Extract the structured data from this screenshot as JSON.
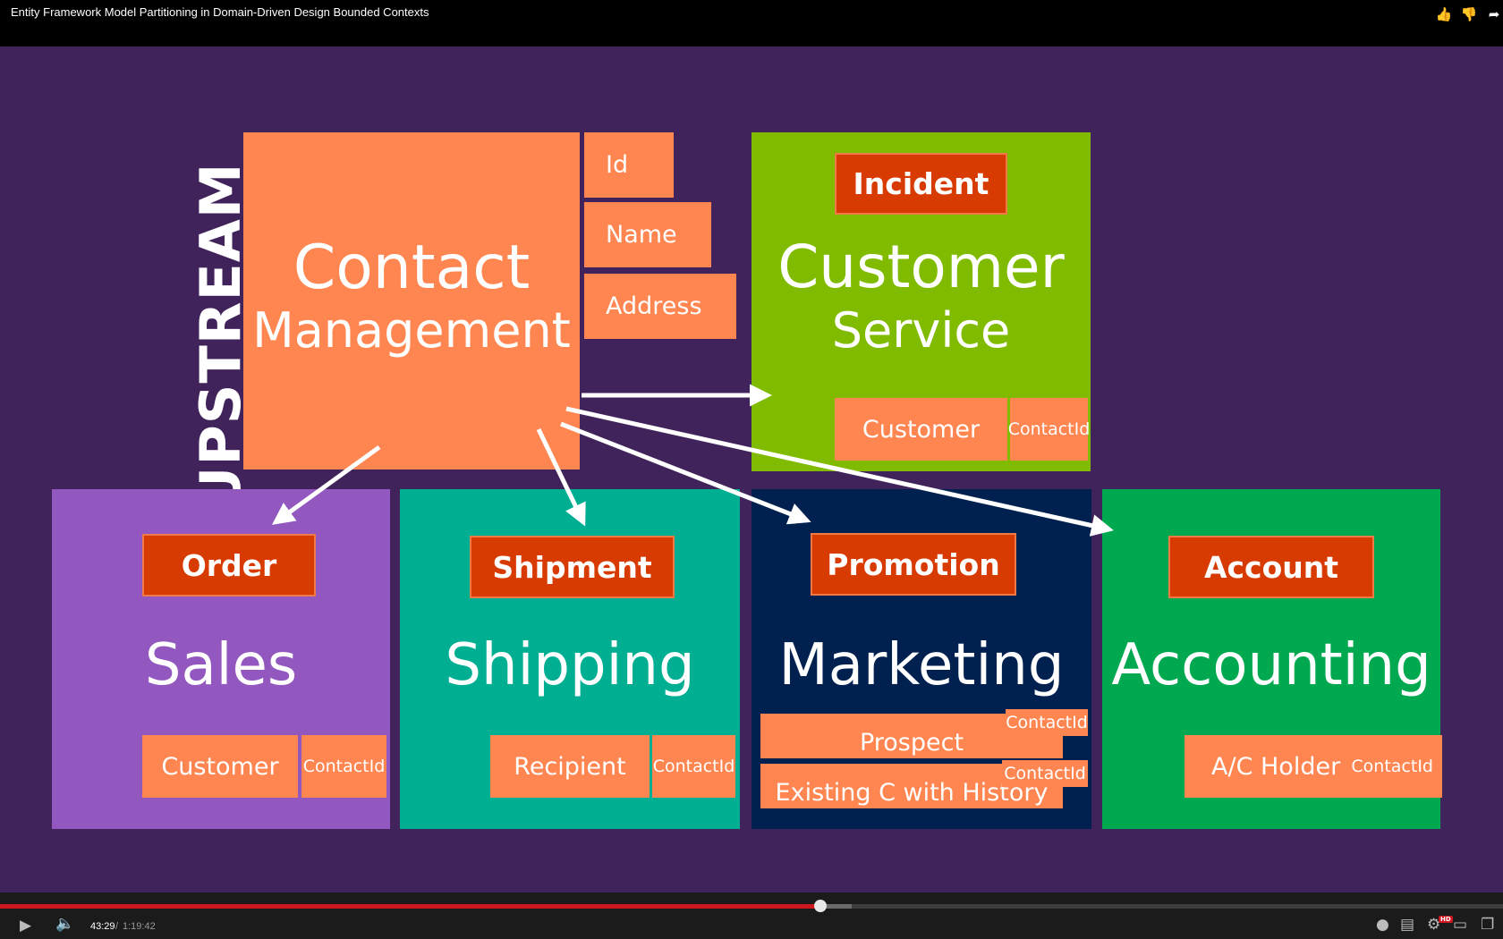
{
  "video": {
    "title": "Entity Framework Model Partitioning in Domain-Driven Design Bounded Contexts",
    "top_icons": [
      "thumbs-up-icon",
      "thumbs-down-icon",
      "share-icon"
    ]
  },
  "slide": {
    "background": "#40235a",
    "upstream_label": "UPSTREAM",
    "contact_management": {
      "title_line1": "Contact",
      "title_line2": "Management",
      "color": "#ff8651",
      "attributes": [
        "Id",
        "Name",
        "Address"
      ]
    },
    "customer_service": {
      "badge": "Incident",
      "title_line1": "Customer",
      "title_line2": "Service",
      "color": "#80bb00",
      "entity": "Customer",
      "contact_id": "ContactId"
    },
    "sales": {
      "badge": "Order",
      "title": "Sales",
      "color": "#9258bf",
      "entity": "Customer",
      "contact_id": "ContactId"
    },
    "shipping": {
      "badge": "Shipment",
      "title": "Shipping",
      "color": "#00ae92",
      "entity": "Recipient",
      "contact_id": "ContactId"
    },
    "marketing": {
      "badge": "Promotion",
      "title": "Marketing",
      "color": "#00204f",
      "entity1": "Prospect",
      "contact_id1": "ContactId",
      "entity2": "Existing C with History",
      "contact_id2": "ContactId"
    },
    "accounting": {
      "badge": "Account",
      "title": "Accounting",
      "color": "#00a84f",
      "entity": "A/C Holder",
      "contact_id": "ContactId"
    }
  },
  "player": {
    "current_time": "43:29",
    "separator": "/",
    "total_time": "1:19:42",
    "progress_fraction": 0.5457,
    "buffered_fraction": 0.5669,
    "hd_label": "HD",
    "icons": [
      "play-icon",
      "volume-icon",
      "annotations-icon",
      "subtitles-icon",
      "settings-icon",
      "theater-mode-icon",
      "fullscreen-exit-icon"
    ]
  }
}
